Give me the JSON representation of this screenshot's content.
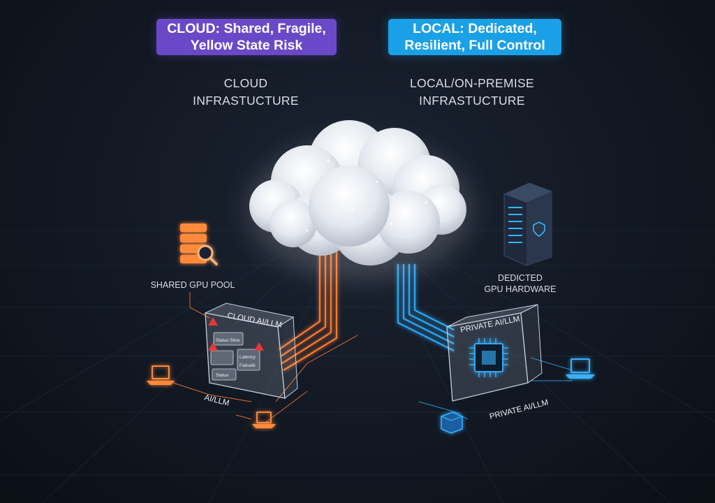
{
  "badges": {
    "cloud": {
      "line1": "CLOUD: Shared, Fragile,",
      "line2": "Yellow State Risk",
      "color": "#6a49c8"
    },
    "local": {
      "line1": "LOCAL: Dedicated,",
      "line2": "Resilient, Full Control",
      "color": "#1aa0e6"
    }
  },
  "headings": {
    "cloud": {
      "line1": "CLOUD",
      "line2": "INFRASTUCTURE"
    },
    "local": {
      "line1": "LOCAL/ON-PREMISE",
      "line2": "INFRASTUCTURE"
    }
  },
  "cloud_side": {
    "accent_color": "#ff7a2e",
    "gpu_pool_label": "SHARED GPU POOL",
    "module_title": "CLOUD AI/LLM",
    "module_blocks": [
      "Status Slow",
      "Latency",
      "Status",
      "Failsafe"
    ],
    "link_label": "AI/LLM"
  },
  "local_side": {
    "accent_color": "#2aa8f5",
    "hardware_label_line1": "DEDICTED",
    "hardware_label_line2": "GPU HARDWARE",
    "module_title": "PRIVATE AI/LLM",
    "link_label": "PRIVATE AI/LLM"
  },
  "icons": [
    "server-stack-search-icon",
    "laptop-icon",
    "server-rack-icon",
    "shield-icon",
    "cpu-chip-icon",
    "warning-icon",
    "cloud-icon",
    "storage-box-icon"
  ]
}
